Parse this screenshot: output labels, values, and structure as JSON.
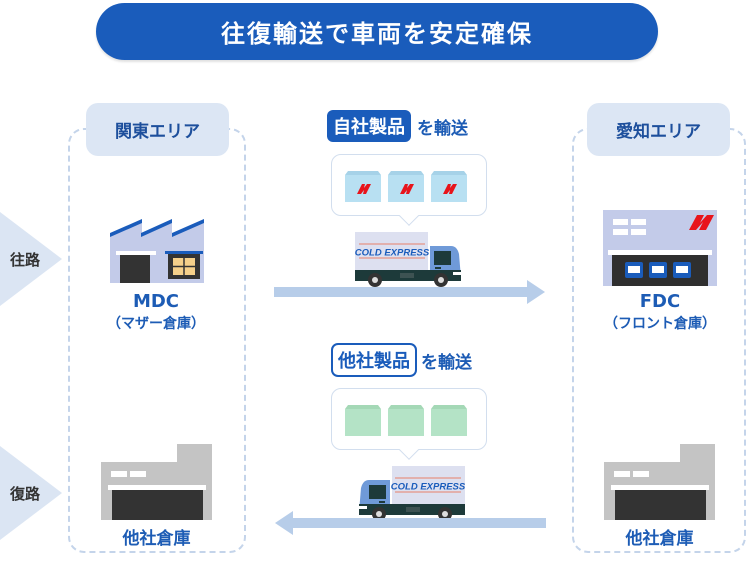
{
  "title": "往復輸送で車両を安定確保",
  "areas": {
    "left": "関東エリア",
    "right": "愛知エリア"
  },
  "routes": {
    "outbound": "往路",
    "return": "復路"
  },
  "facilities": {
    "mdc": {
      "name": "MDC",
      "sub": "（マザー倉庫）"
    },
    "fdc": {
      "name": "FDC",
      "sub": "（フロント倉庫）"
    },
    "other_left": {
      "name": "他社倉庫"
    },
    "other_right": {
      "name": "他社倉庫"
    }
  },
  "transport": {
    "outbound": {
      "badge": "自社製品",
      "suffix": "を輸送",
      "truck_label": "COLD EXPRESS",
      "box_logo": "N",
      "box_count": 3,
      "direction": "right"
    },
    "return": {
      "badge": "他社製品",
      "suffix": "を輸送",
      "truck_label": "COLD EXPRESS",
      "box_count": 3,
      "direction": "left"
    }
  },
  "colors": {
    "brand_blue": "#1a5cbb",
    "logo_red": "#e8141b",
    "own_box": "#b8e0f2",
    "other_box": "#b4e3c6"
  }
}
